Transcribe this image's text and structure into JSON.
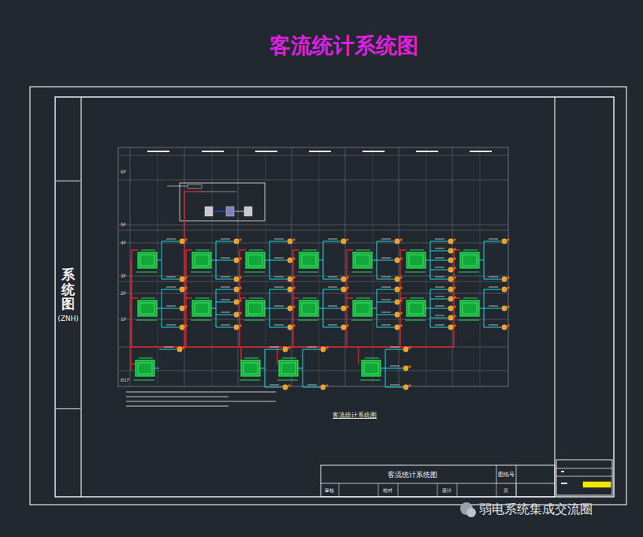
{
  "diagram": {
    "title": "客流统计系统图",
    "caption": "客流统计系统图",
    "nodes": [
      {
        "text": [
          "系统图",
          "(ZNH)"
        ]
      }
    ],
    "labels": [
      "6F",
      "5F",
      "4F",
      "3F",
      "2F",
      "1F",
      "B1F",
      "客流统计系统图",
      "图纸号",
      "审核",
      "校对",
      "设计",
      "页",
      "弱电系统集成交流圈"
    ]
  }
}
